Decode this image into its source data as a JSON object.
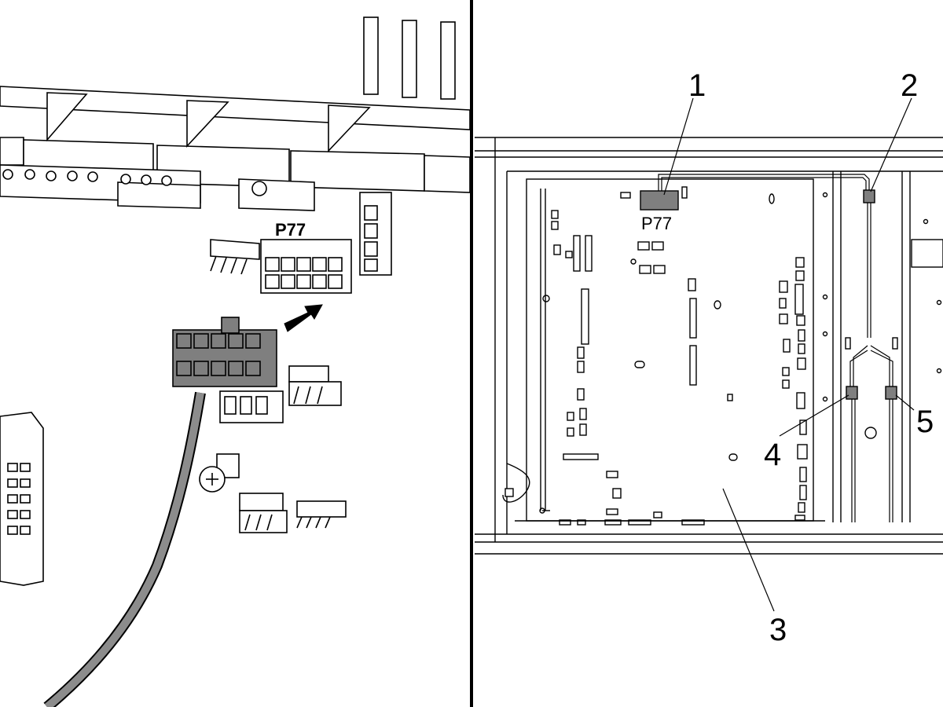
{
  "left_panel": {
    "connector_label": "P77"
  },
  "right_panel": {
    "board_connector_label": "P77",
    "callouts": [
      {
        "id": "1",
        "text": "1"
      },
      {
        "id": "2",
        "text": "2"
      },
      {
        "id": "3",
        "text": "3"
      },
      {
        "id": "4",
        "text": "4"
      },
      {
        "id": "5",
        "text": "5"
      }
    ]
  },
  "colors": {
    "line": "#000000",
    "connector_dark": "#7f7f7f",
    "cable": "#8c8c8c",
    "background": "#ffffff"
  }
}
